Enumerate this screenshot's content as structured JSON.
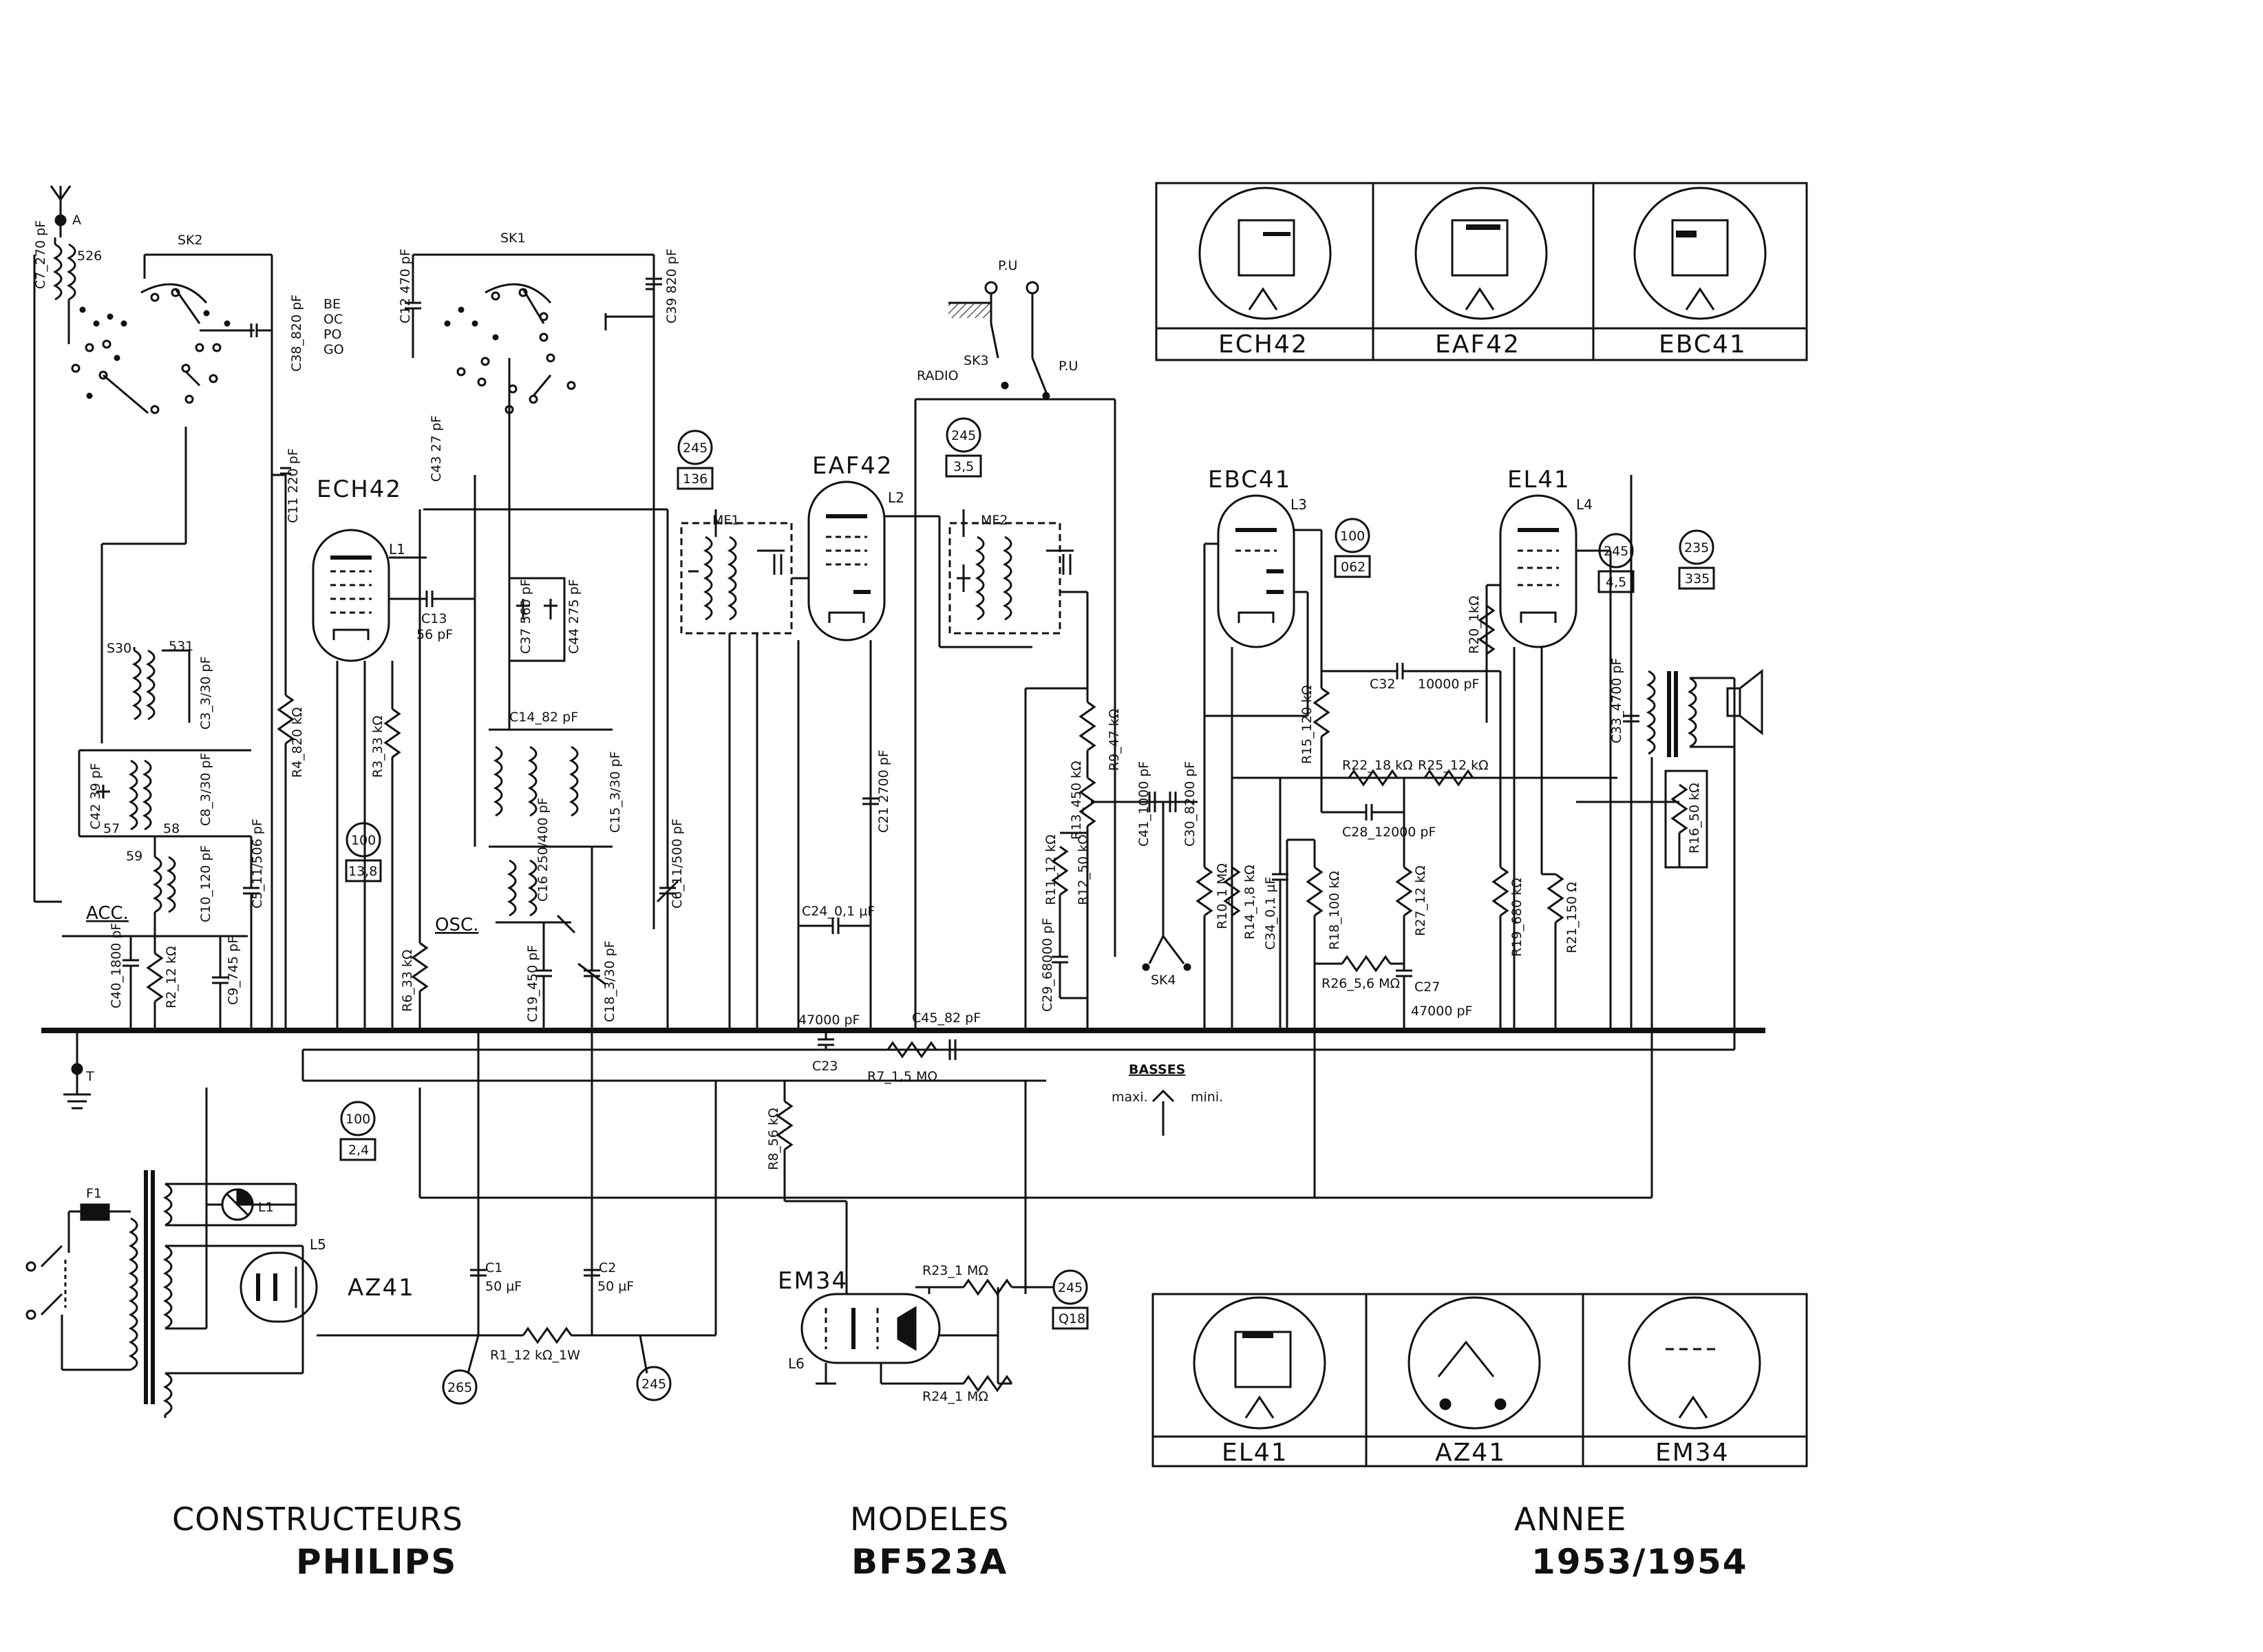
{
  "footer": {
    "constructeurs_label": "CONSTRUCTEURS",
    "constructeurs_value": "PHILIPS",
    "modeles_label": "MODELES",
    "modeles_value": "BF523A",
    "annee_label": "ANNEE",
    "annee_value": "1953/1954"
  },
  "tubes": [
    {
      "name": "ECH42",
      "ref": "L1"
    },
    {
      "name": "EAF42",
      "ref": "L2"
    },
    {
      "name": "EBC41",
      "ref": "L3"
    },
    {
      "name": "EL41",
      "ref": "L4"
    },
    {
      "name": "AZ41",
      "ref": "L5"
    },
    {
      "name": "EM34",
      "ref": "L6"
    }
  ],
  "sockets_top": [
    "ECH42",
    "EAF42",
    "EBC41"
  ],
  "sockets_bottom": [
    "EL41",
    "AZ41",
    "EM34"
  ],
  "switches": {
    "sk1": "SK1",
    "sk2": "SK2",
    "sk3": "SK3",
    "sk4": "SK4",
    "radio": "RADIO",
    "pu": "P.U",
    "pu2": "P.U"
  },
  "bands": [
    "BE",
    "OC",
    "PO",
    "GO"
  ],
  "sections": {
    "acc": "ACC.",
    "osc": "OSC.",
    "basses": "BASSES",
    "maxi": "maxi.",
    "mini": "mini."
  },
  "antenna": {
    "a": "A",
    "t": "T"
  },
  "transformers": {
    "mf1": "MF1",
    "mf2": "MF2"
  },
  "voltages": [
    {
      "v": "245",
      "val": "136"
    },
    {
      "v": "245",
      "val": "3,5"
    },
    {
      "v": "100",
      "val": "062"
    },
    {
      "v": "245",
      "val": "4,5"
    },
    {
      "v": "235",
      "val": "335"
    },
    {
      "v": "100",
      "val": "13,8"
    },
    {
      "v": "100",
      "val": "2,4"
    },
    {
      "v": "245",
      "val": "Q18"
    },
    {
      "v": "265",
      "val": ""
    },
    {
      "v": "245",
      "val": ""
    }
  ],
  "components": {
    "c7": "C7_270 pF",
    "s26": "526",
    "c12": "C12 470 pF",
    "c39": "C39 820 pF",
    "c38": "C38_820 pF",
    "c11": "C11 220 pF",
    "c43": "C43 27 pF",
    "c13": "C13",
    "c13v": "56 pF",
    "c37": "C37 560 pF",
    "c44": "C44 275 pF",
    "c14": "C14_82 pF",
    "c15": "C15_3/30 pF",
    "s30": "S30",
    "s31": "531",
    "c3": "C3_3/30 pF",
    "c42": "C42 39 pF",
    "s57": "57",
    "s58": "58",
    "c8": "C8_3/30 pF",
    "s59": "59",
    "c10": "C10_120 pF",
    "c5": "C5_11/506 pF",
    "r4": "R4_820 kΩ",
    "r3": "R3_33 kΩ",
    "c16": "C16 250/400 pF",
    "c6": "C6_11/500 pF",
    "c40": "C40_1800 pF",
    "r2": "R2_12 kΩ",
    "c9": "C9_745 pF",
    "r6": "R6_33 kΩ",
    "c19": "C19_450 pF",
    "c18": "C18_3/30 pF",
    "c21": "C21 2700 pF",
    "c24": "C24_0,1 µF",
    "c23v": "47000 pF",
    "c23": "C23",
    "c45": "C45_82 pF",
    "r7": "R7_1,5 MΩ",
    "r8": "R8_56 kΩ",
    "r9": "R9_47 kΩ",
    "r13": "R13_450 kΩ",
    "r11": "R11_12 kΩ",
    "r12": "R12_50 kΩ",
    "c41": "C41_1000 pF",
    "c30": "C30_8200 pF",
    "c29": "C29_68000 pF",
    "r15": "R15_120 kΩ",
    "c32": "C32",
    "c32v": "10000 pF",
    "r20": "R20_1kΩ",
    "r22": "R22_18 kΩ",
    "r25": "R25_12 kΩ",
    "c28": "C28_12000 pF",
    "r10": "R10_1 MΩ",
    "r14": "R14_1,8 kΩ",
    "c34": "C34_0,1 µF",
    "r18": "R18_100 kΩ",
    "r27": "R27_12 kΩ",
    "r19": "R19_680 kΩ",
    "r21": "R21_150 Ω",
    "r26": "R26_5,6 MΩ",
    "c27": "C27",
    "c27v": "47000 pF",
    "c33": "C33_4700 pF",
    "r16": "R16_50 kΩ",
    "f1": "F1",
    "l1": "L1",
    "c1": "C1",
    "c1v": "50 µF",
    "c2": "C2",
    "c2v": "50 µF",
    "r1": "R1_12 kΩ_1W",
    "r23": "R23_1 MΩ",
    "r24": "R24_1 MΩ"
  }
}
